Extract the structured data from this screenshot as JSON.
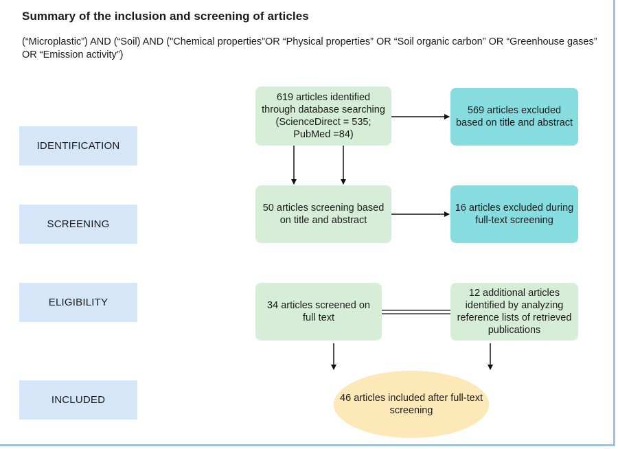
{
  "title": "Summary of the inclusion and screening of articles",
  "query": "(“Microplastic”) AND (“Soil) AND (\"Chemical properties”OR “Physical properties” OR “Soil organic carbon” OR “Greenhouse gases” OR “Emission activity”)",
  "stages": {
    "identification": "IDENTIFICATION",
    "screening": "SCREENING",
    "eligibility": "ELIGIBILITY",
    "included": "INCLUDED"
  },
  "boxes": {
    "identified": "619 articles identified through database searching (ScienceDirect = 535; PubMed =84)",
    "excluded_title": "569 articles excluded based on title and abstract",
    "screening": "50 articles screening based on title and abstract",
    "excluded_fulltext": "16 articles excluded during full-text screening",
    "fulltext": "34 articles screened on full text",
    "additional": "12 additional articles identified by analyzing reference lists of retrieved publications",
    "included": "46 articles included after full-text screening"
  },
  "colors": {
    "stage": "#d4e6f8",
    "process": "#d6eed8",
    "excluded": "#87dce0",
    "included": "#fde9b8"
  }
}
